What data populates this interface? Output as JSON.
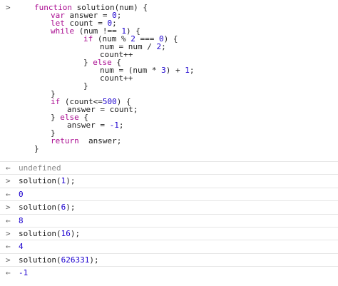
{
  "code": {
    "lines": [
      {
        "indent": 0,
        "tokens": [
          {
            "t": "function",
            "c": "kw"
          },
          {
            "t": " solution(num) {",
            "c": "plain"
          }
        ]
      },
      {
        "indent": 1,
        "tokens": [
          {
            "t": "var",
            "c": "kw"
          },
          {
            "t": " answer = ",
            "c": "plain"
          },
          {
            "t": "0",
            "c": "num"
          },
          {
            "t": ";",
            "c": "plain"
          }
        ]
      },
      {
        "indent": 1,
        "tokens": [
          {
            "t": "let",
            "c": "kw"
          },
          {
            "t": " count = ",
            "c": "plain"
          },
          {
            "t": "0",
            "c": "num"
          },
          {
            "t": ";",
            "c": "plain"
          }
        ]
      },
      {
        "indent": 1,
        "tokens": [
          {
            "t": "while",
            "c": "kw"
          },
          {
            "t": " (num !== ",
            "c": "plain"
          },
          {
            "t": "1",
            "c": "num"
          },
          {
            "t": ") {",
            "c": "plain"
          }
        ]
      },
      {
        "indent": 3,
        "tokens": [
          {
            "t": "if",
            "c": "kw"
          },
          {
            "t": " (num % ",
            "c": "plain"
          },
          {
            "t": "2",
            "c": "num"
          },
          {
            "t": " === ",
            "c": "plain"
          },
          {
            "t": "0",
            "c": "num"
          },
          {
            "t": ") {",
            "c": "plain"
          }
        ]
      },
      {
        "indent": 4,
        "tokens": [
          {
            "t": "num = num / ",
            "c": "plain"
          },
          {
            "t": "2",
            "c": "num"
          },
          {
            "t": ";",
            "c": "plain"
          }
        ]
      },
      {
        "indent": 4,
        "tokens": [
          {
            "t": "count++",
            "c": "plain"
          }
        ]
      },
      {
        "indent": 3,
        "tokens": [
          {
            "t": "} ",
            "c": "plain"
          },
          {
            "t": "else",
            "c": "kw"
          },
          {
            "t": " {",
            "c": "plain"
          }
        ]
      },
      {
        "indent": 4,
        "tokens": [
          {
            "t": "num = (num * ",
            "c": "plain"
          },
          {
            "t": "3",
            "c": "num"
          },
          {
            "t": ") + ",
            "c": "plain"
          },
          {
            "t": "1",
            "c": "num"
          },
          {
            "t": ";",
            "c": "plain"
          }
        ]
      },
      {
        "indent": 4,
        "tokens": [
          {
            "t": "count++",
            "c": "plain"
          }
        ]
      },
      {
        "indent": 3,
        "tokens": [
          {
            "t": "}",
            "c": "plain"
          }
        ]
      },
      {
        "indent": 1,
        "tokens": [
          {
            "t": "}",
            "c": "plain"
          }
        ]
      },
      {
        "indent": 1,
        "tokens": [
          {
            "t": "if",
            "c": "kw"
          },
          {
            "t": " (count<=",
            "c": "plain"
          },
          {
            "t": "500",
            "c": "num"
          },
          {
            "t": ") {",
            "c": "plain"
          }
        ]
      },
      {
        "indent": 2,
        "tokens": [
          {
            "t": "answer = count;",
            "c": "plain"
          }
        ]
      },
      {
        "indent": 1,
        "tokens": [
          {
            "t": "} ",
            "c": "plain"
          },
          {
            "t": "else",
            "c": "kw"
          },
          {
            "t": " {",
            "c": "plain"
          }
        ]
      },
      {
        "indent": 2,
        "tokens": [
          {
            "t": "answer = ",
            "c": "plain"
          },
          {
            "t": "-1",
            "c": "num"
          },
          {
            "t": ";",
            "c": "plain"
          }
        ]
      },
      {
        "indent": 1,
        "tokens": [
          {
            "t": "}",
            "c": "plain"
          }
        ]
      },
      {
        "indent": 1,
        "tokens": [
          {
            "t": "return",
            "c": "kw"
          },
          {
            "t": "  answer;",
            "c": "plain"
          }
        ]
      },
      {
        "indent": 0,
        "tokens": [
          {
            "t": "}",
            "c": "plain"
          }
        ]
      }
    ]
  },
  "entries": [
    {
      "kind": "output",
      "text": "undefined",
      "style": "muted"
    },
    {
      "kind": "input",
      "text": "solution(1);"
    },
    {
      "kind": "output",
      "text": "0",
      "style": "result"
    },
    {
      "kind": "input",
      "text": "solution(6);"
    },
    {
      "kind": "output",
      "text": "8",
      "style": "result"
    },
    {
      "kind": "input",
      "text": "solution(16);"
    },
    {
      "kind": "output",
      "text": "4",
      "style": "result"
    },
    {
      "kind": "input",
      "text": "solution(626331);"
    },
    {
      "kind": "output",
      "text": "-1",
      "style": "result"
    }
  ],
  "glyphs": {
    "input": ">",
    "output": "←"
  },
  "colors": {
    "keyword": "#aa0d91",
    "number": "#1c00cf",
    "muted": "#8a8a8a"
  }
}
